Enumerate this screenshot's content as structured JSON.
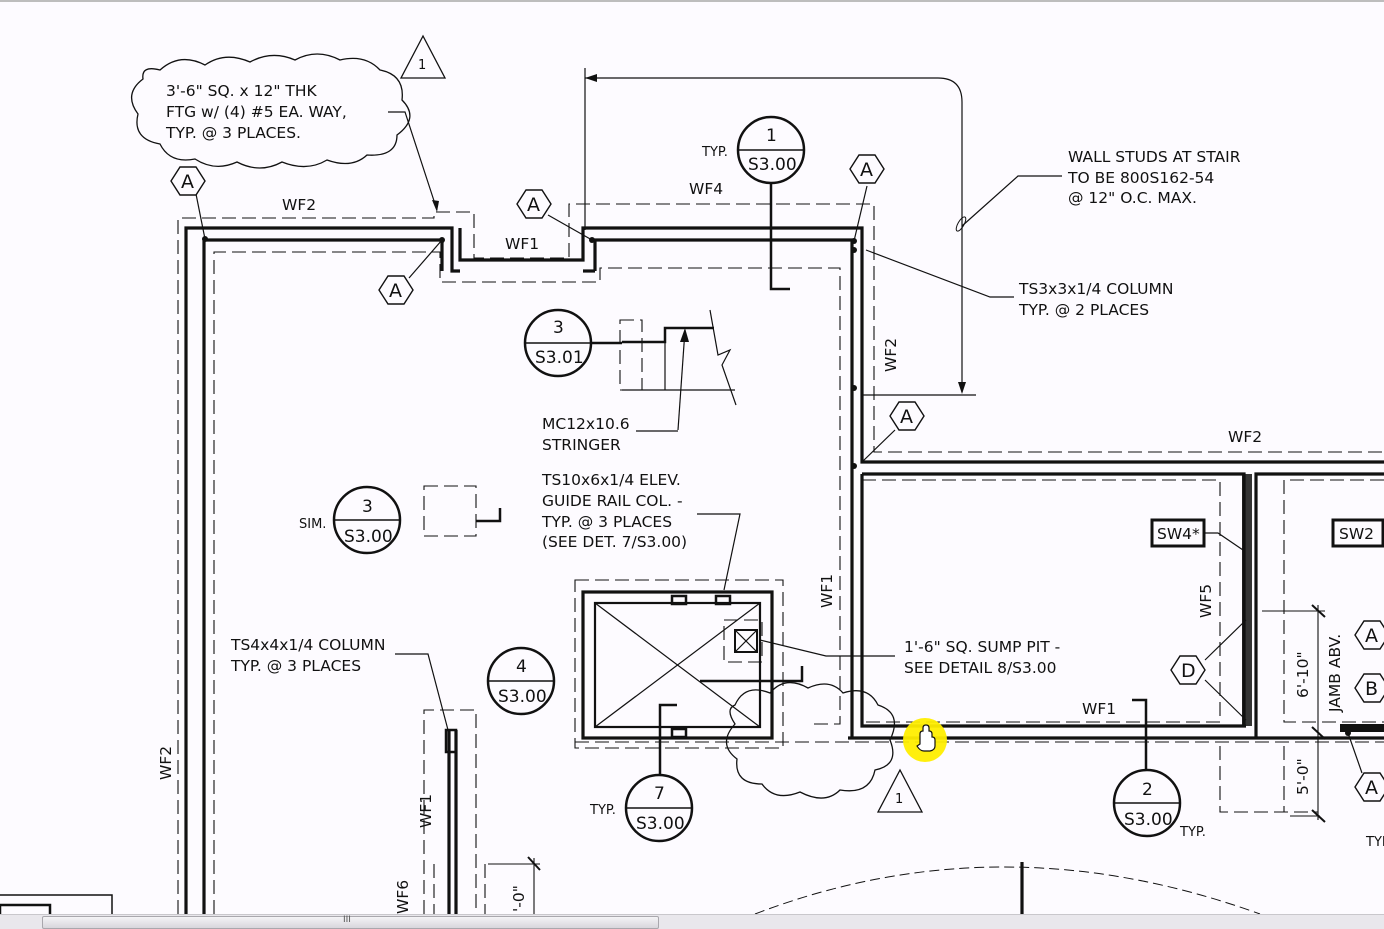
{
  "viewer": {
    "cursor_icon": "hand-pan-cursor",
    "highlight_color": "#ffee00",
    "scroll_grip": "III"
  },
  "notes": {
    "footing": [
      "3'-6\" SQ. x 12\" THK",
      "FTG w/ (4) #5 EA. WAY,",
      "TYP. @ 3 PLACES."
    ],
    "wall_studs": [
      "WALL STUDS AT STAIR",
      "TO BE 800S162-54",
      "@ 12\" O.C. MAX."
    ],
    "ts3_column": [
      "TS3x3x1/4 COLUMN",
      "TYP. @ 2 PLACES"
    ],
    "stringer": [
      "MC12x10.6",
      "STRINGER"
    ],
    "guide_rail": [
      "TS10x6x1/4 ELEV.",
      "GUIDE RAIL COL. -",
      "TYP. @ 3 PLACES",
      "(SEE DET. 7/S3.00)"
    ],
    "ts4_column": [
      "TS4x4x1/4 COLUMN",
      "TYP. @ 3 PLACES"
    ],
    "sump_pit": [
      "1'-6\" SQ. SUMP PIT -",
      "SEE DETAIL 8/S3.00"
    ]
  },
  "details": [
    {
      "num": "1",
      "sheet": "S3.00",
      "prefix": "TYP."
    },
    {
      "num": "3",
      "sheet": "S3.01",
      "prefix": ""
    },
    {
      "num": "3",
      "sheet": "S3.00",
      "prefix": "SIM."
    },
    {
      "num": "4",
      "sheet": "S3.00",
      "prefix": ""
    },
    {
      "num": "7",
      "sheet": "S3.00",
      "prefix": "TYP."
    },
    {
      "num": "2",
      "sheet": "S3.00",
      "suffix": "TYP."
    }
  ],
  "hex_tags": [
    "A",
    "A",
    "A",
    "A",
    "A",
    "D",
    "A",
    "B",
    "A"
  ],
  "revisions": [
    "1",
    "1"
  ],
  "wall_labels": [
    "WF2",
    "WF1",
    "WF4",
    "WF2",
    "WF2",
    "WF1",
    "WF5",
    "WF1",
    "WF2",
    "WF1",
    "WF6"
  ],
  "shear_walls": [
    "SW4*",
    "SW2"
  ],
  "dimensions": [
    "6'-10\"",
    "5'-0\"",
    "JAMB ABV.",
    "'-0\"",
    "TYP"
  ]
}
